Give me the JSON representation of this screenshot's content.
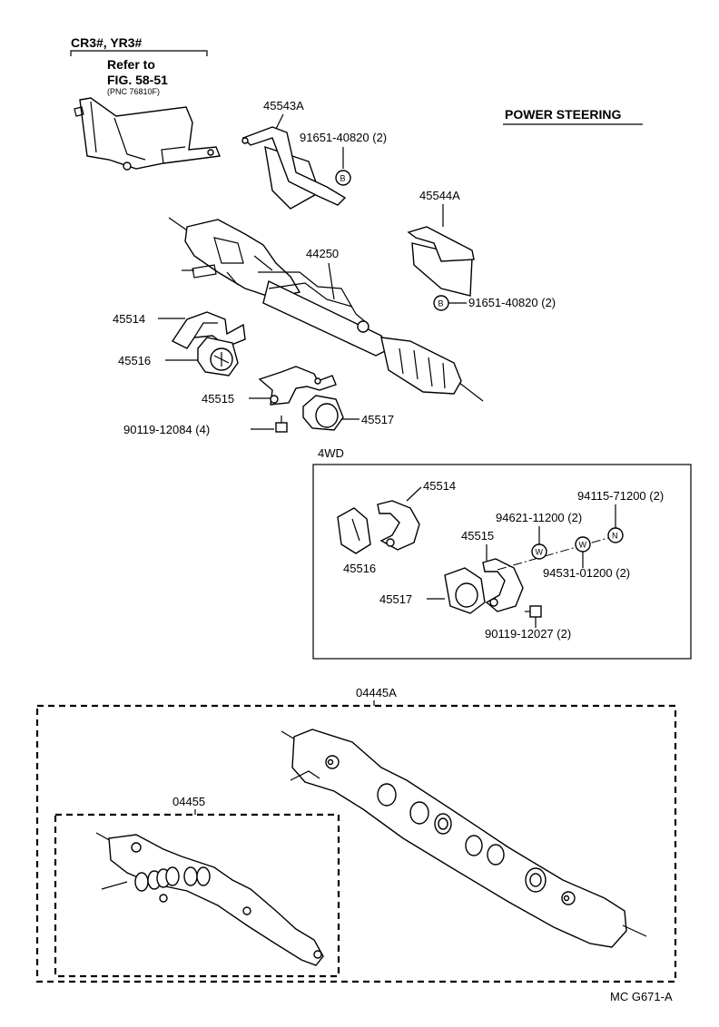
{
  "header": {
    "variant": "CR3#, YR3#",
    "refer_line1": "Refer to",
    "refer_line2": "FIG. 58-51",
    "refer_pnc": "(PNC 76810F)",
    "section_title": "POWER STEERING"
  },
  "parts": {
    "p45543A": "45543A",
    "p91651_top": "91651-40820 (2)",
    "p45544A": "45544A",
    "p91651_mid": "91651-40820  (2)",
    "p44250": "44250",
    "p45514": "45514",
    "p45516": "45516",
    "p45515": "45515",
    "p45517": "45517",
    "p90119_a": "90119-12084 (4)"
  },
  "callout_marks": {
    "b": "B",
    "w": "W",
    "n": "N"
  },
  "fourwd": {
    "title": "4WD",
    "p45514": "45514",
    "p45516": "45516",
    "p45515": "45515",
    "p45517": "45517",
    "p94115": "94115-71200 (2)",
    "p94621": "94621-11200 (2)",
    "p94531": "94531-01200 (2)",
    "p90119": "90119-12027 (2)"
  },
  "kits": {
    "k04445A": "04445A",
    "k04455": "04455"
  },
  "footer": {
    "code": "MC G671-A"
  }
}
